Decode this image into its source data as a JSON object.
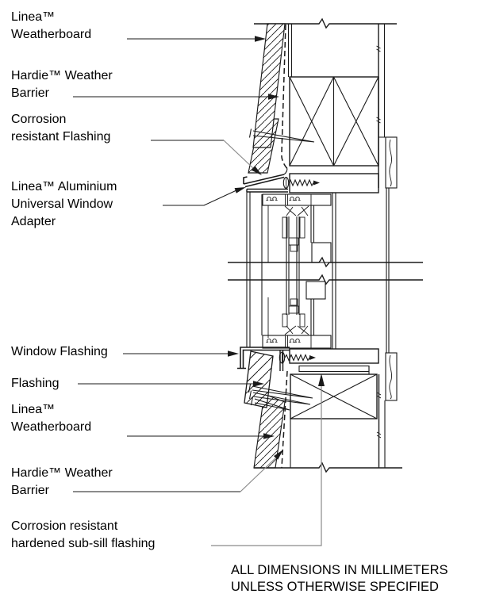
{
  "colors": {
    "line": "#1a1a1a",
    "leader_gray": "#8a8a8a",
    "background": "#ffffff"
  },
  "labels": [
    {
      "lines": [
        "Linea™",
        "Weatherboard"
      ]
    },
    {
      "lines": [
        "Hardie™ Weather",
        "Barrier"
      ]
    },
    {
      "lines": [
        "Corrosion",
        "resistant Flashing"
      ]
    },
    {
      "lines": [
        "Linea™ Aluminium",
        "Universal Window",
        "Adapter"
      ]
    },
    {
      "lines": [
        "Window Flashing"
      ]
    },
    {
      "lines": [
        "Flashing"
      ]
    },
    {
      "lines": [
        "Linea™",
        "Weatherboard"
      ]
    },
    {
      "lines": [
        "Hardie™ Weather",
        "Barrier"
      ]
    },
    {
      "lines": [
        "Corrosion resistant",
        "hardened sub-sill flashing"
      ]
    }
  ],
  "note": {
    "lines": [
      "ALL DIMENSIONS IN MILLIMETERS",
      "UNLESS OTHERWISE SPECIFIED"
    ]
  }
}
